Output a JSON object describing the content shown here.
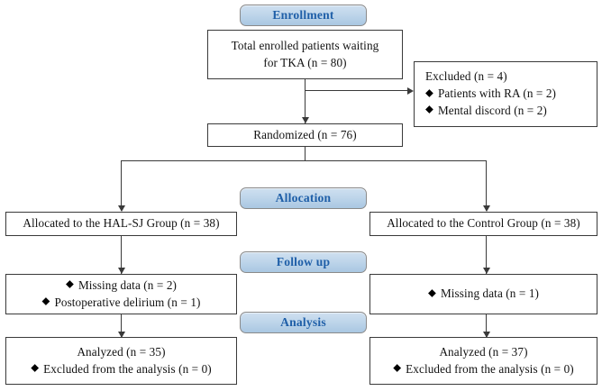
{
  "diagram": {
    "title": "CONSORT participant flow diagram",
    "accent_color": "#1f5fa8",
    "badge_fill": "#bed5ea",
    "border_color": "#3a3a3a",
    "bullet_glyph": "◆"
  },
  "stages": [
    {
      "id": "enrollment",
      "label": "Enrollment"
    },
    {
      "id": "allocation",
      "label": "Allocation"
    },
    {
      "id": "followup",
      "label": "Follow up"
    },
    {
      "id": "analysis",
      "label": "Analysis"
    }
  ],
  "boxes": {
    "enrolled": {
      "lines": [
        "Total enrolled patients waiting",
        "for TKA (n = 80)"
      ]
    },
    "excluded": {
      "lines": [
        "Excluded (n = 4)",
        "Patients with RA (n = 2)",
        "Mental discord (n = 2)"
      ]
    },
    "randomized": {
      "lines": [
        "Randomized (n = 76)"
      ]
    },
    "allocated_intervention": {
      "lines": [
        "Allocated to the HAL-SJ Group (n = 38)"
      ]
    },
    "allocated_control": {
      "lines": [
        "Allocated to the Control Group (n = 38)"
      ]
    },
    "followup_intervention": {
      "lines": [
        "Missing data (n = 2)",
        "Postoperative delirium (n = 1)"
      ]
    },
    "followup_control": {
      "lines": [
        "Missing data (n = 1)"
      ]
    },
    "analysis_intervention": {
      "lines": [
        "Analyzed (n = 35)",
        "Excluded from the analysis (n = 0)"
      ]
    },
    "analysis_control": {
      "lines": [
        "Analyzed (n = 37)",
        "Excluded from the analysis (n = 0)"
      ]
    }
  }
}
